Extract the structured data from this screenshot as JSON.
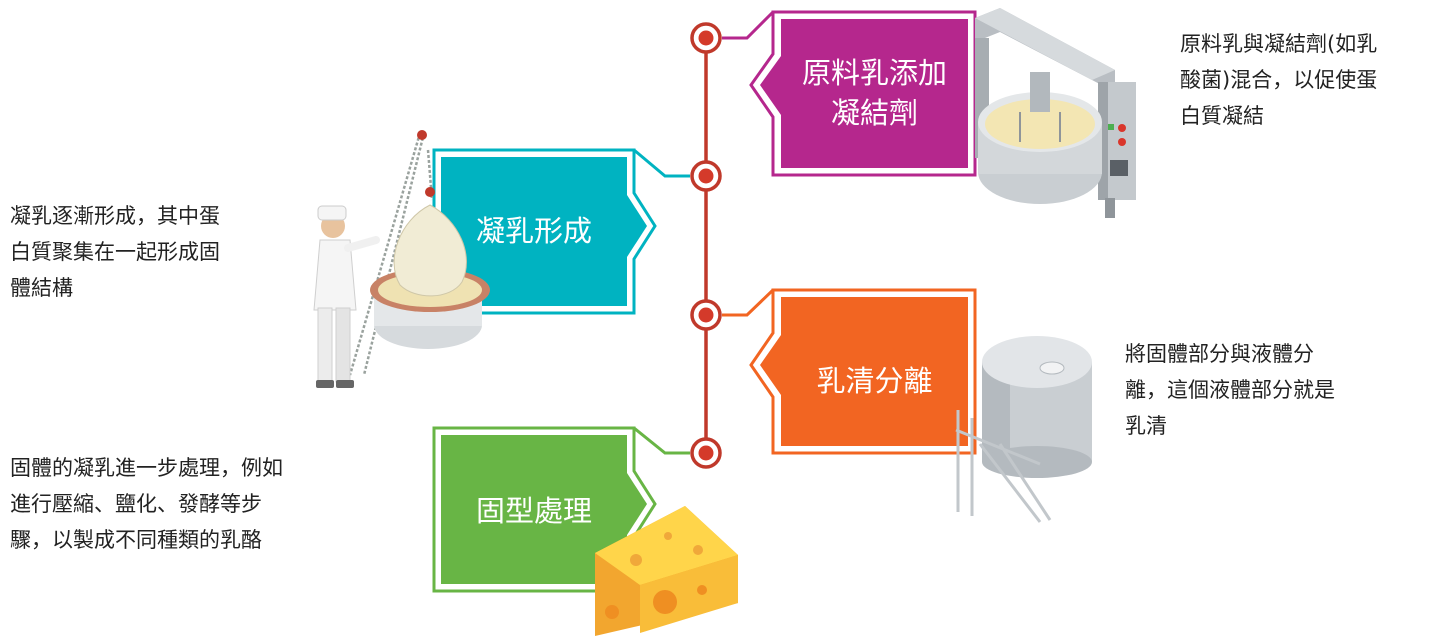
{
  "colors": {
    "timeline": "#c0392b",
    "node_ring": "#c0392b",
    "node_center": "#d43a2a",
    "step1": "#b5278d",
    "step2": "#00b3c1",
    "step3": "#f26522",
    "step4": "#68b545"
  },
  "steps": [
    {
      "label_lines": [
        "原料乳添加",
        "凝結劑"
      ],
      "illustration": "cheese-vat-machine-icon",
      "desc_lines": [
        "原料乳與凝結劑(如乳",
        "酸菌)混合，以促使蛋",
        "白質凝結"
      ]
    },
    {
      "label_lines": [
        "凝乳形成"
      ],
      "illustration": "worker-lifting-curd-icon",
      "desc_lines": [
        "凝乳逐漸形成，其中蛋",
        "白質聚集在一起形成固",
        "體結構"
      ]
    },
    {
      "label_lines": [
        "乳清分離"
      ],
      "illustration": "whey-tank-icon",
      "desc_lines": [
        "將固體部分與液體分",
        "離，這個液體部分就是",
        "乳清"
      ]
    },
    {
      "label_lines": [
        "固型處理"
      ],
      "illustration": "cheese-wedge-icon",
      "desc_lines": [
        "固體的凝乳進一步處理，例如",
        "進行壓縮、鹽化、發酵等步",
        "驟，以製成不同種類的乳酪"
      ]
    }
  ]
}
